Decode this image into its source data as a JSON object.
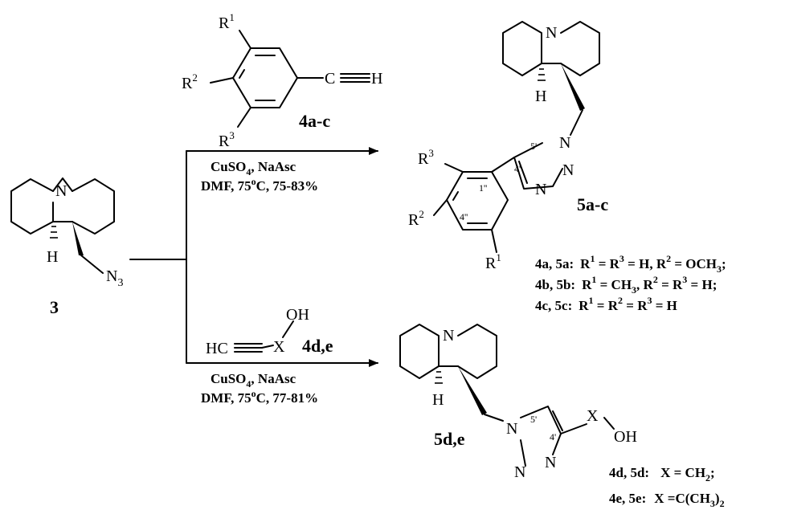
{
  "atoms": {
    "N": "N",
    "H": "H",
    "N3": "N",
    "N3_sub": "3",
    "R": "R",
    "sup1": "1",
    "sup2": "2",
    "sup3": "3",
    "C": "C",
    "H_terminal": "H",
    "HC": "HC",
    "X": "X",
    "OH": "OH"
  },
  "loc_labels": {
    "p5": "5'",
    "p4": "4'",
    "pp1": "1''",
    "pp4": "4''"
  },
  "compounds": {
    "start": "3",
    "alkyne_a": "4a-c",
    "alkyne_d": "4d,e",
    "product_a": "5a-c",
    "product_d": "5d,e"
  },
  "conditions": {
    "top_reagents": "CuSO",
    "top_reagents_sub": "4",
    "top_reagents_tail": ", NaAsc",
    "top_solvent": "DMF, 75",
    "top_solvent_sup": "o",
    "top_solvent_tail": "C, 75-83%",
    "bottom_reagents": "CuSO",
    "bottom_reagents_sub": "4",
    "bottom_reagents_tail": ", NaAsc",
    "bottom_solvent": "DMF, 75",
    "bottom_solvent_sup": "o",
    "bottom_solvent_tail": "C, 77-81%"
  },
  "substituents": [
    {
      "pair": "4a, 5a:",
      "parts": [
        "R",
        "1",
        " = R",
        "3",
        " = H, R",
        "2",
        " = OCH",
        "3",
        ";"
      ]
    },
    {
      "pair": "4b, 5b:",
      "parts": [
        "R",
        "1",
        " = CH",
        "3",
        ", R",
        "2",
        " = R",
        "3",
        " = H;"
      ]
    },
    {
      "pair": "4c, 5c:",
      "parts": [
        "R",
        "1",
        " = R",
        "2",
        " = R",
        "3",
        " = H"
      ]
    },
    {
      "pair": "4d, 5d:",
      "parts": [
        "X = CH",
        "2",
        ";"
      ]
    },
    {
      "pair": "4e, 5e:",
      "parts": [
        "X =C(CH",
        "3",
        ")",
        "2"
      ]
    }
  ]
}
